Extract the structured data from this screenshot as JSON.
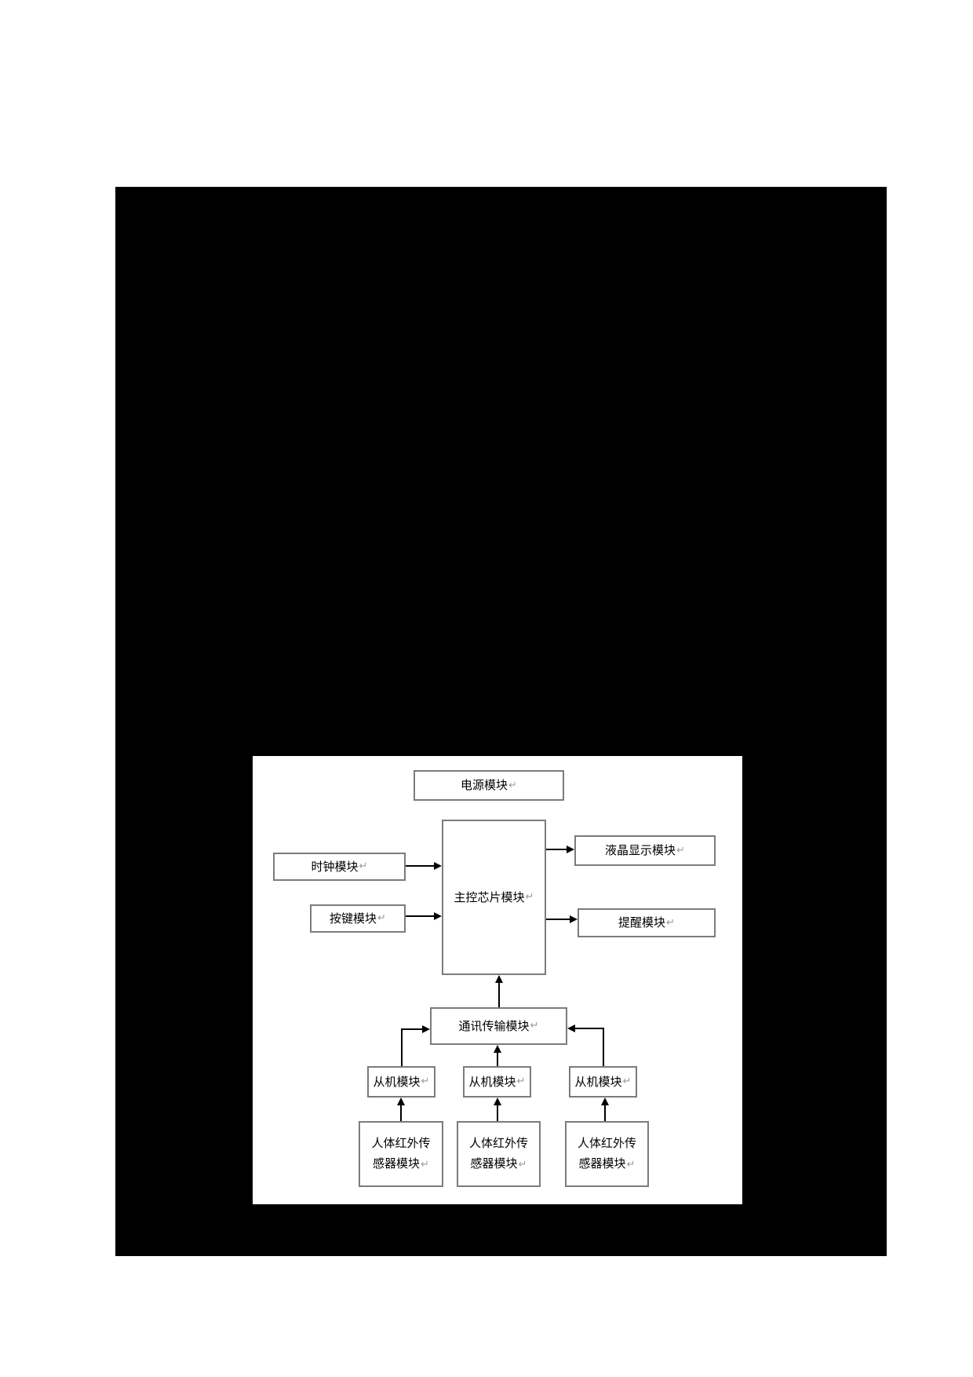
{
  "marks": {
    "return": "↵"
  },
  "diagram": {
    "title": "",
    "nodes": {
      "power": {
        "label": "电源模块"
      },
      "main": {
        "label": "主控芯片模块"
      },
      "clock": {
        "label": "时钟模块"
      },
      "keys": {
        "label": "按键模块"
      },
      "lcd": {
        "label": "液晶显示模块"
      },
      "remind": {
        "label": "提醒模块"
      },
      "comm": {
        "label": "通讯传输模块"
      },
      "slave1": {
        "label": "从机模块"
      },
      "slave2": {
        "label": "从机模块"
      },
      "slave3": {
        "label": "从机模块"
      },
      "sensor1": {
        "line1": "人体红外传",
        "line2": "感器模块"
      },
      "sensor2": {
        "line1": "人体红外传",
        "line2": "感器模块"
      },
      "sensor3": {
        "line1": "人体红外传",
        "line2": "感器模块"
      }
    },
    "edges": [
      {
        "from": "clock",
        "to": "main"
      },
      {
        "from": "keys",
        "to": "main"
      },
      {
        "from": "main",
        "to": "lcd"
      },
      {
        "from": "main",
        "to": "remind"
      },
      {
        "from": "comm",
        "to": "main"
      },
      {
        "from": "slave1",
        "to": "comm"
      },
      {
        "from": "slave2",
        "to": "comm"
      },
      {
        "from": "slave3",
        "to": "comm"
      },
      {
        "from": "sensor1",
        "to": "slave1"
      },
      {
        "from": "sensor2",
        "to": "slave2"
      },
      {
        "from": "sensor3",
        "to": "slave3"
      }
    ],
    "colors": {
      "page_bg": "#ffffff",
      "panel_bg": "#000000",
      "figure_bg": "#ffffff",
      "box_border": "#7b7b7b",
      "line": "#000000",
      "text": "#000000",
      "return_mark": "#9a9a9a"
    }
  }
}
